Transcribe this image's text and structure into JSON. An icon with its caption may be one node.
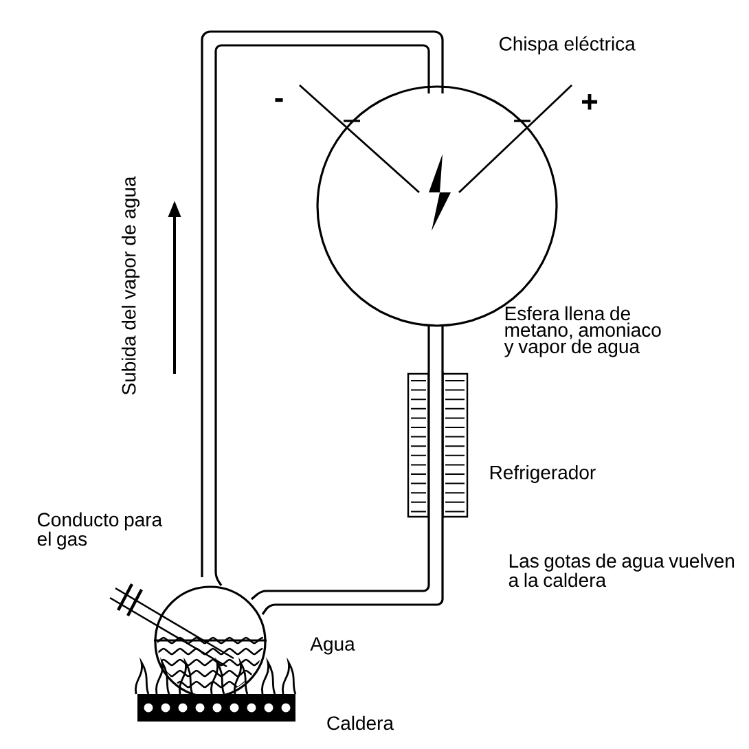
{
  "diagram": {
    "labels": [
      "Chispa eléctrica",
      "-",
      "+",
      "Subida del vapor de agua",
      "Esfera llena de metano, amoniaco y vapor de agua",
      "Refrigerador",
      "Conducto para el gas",
      "Las gotas de agua vuelven a la caldera",
      "Agua",
      "Caldera"
    ]
  }
}
